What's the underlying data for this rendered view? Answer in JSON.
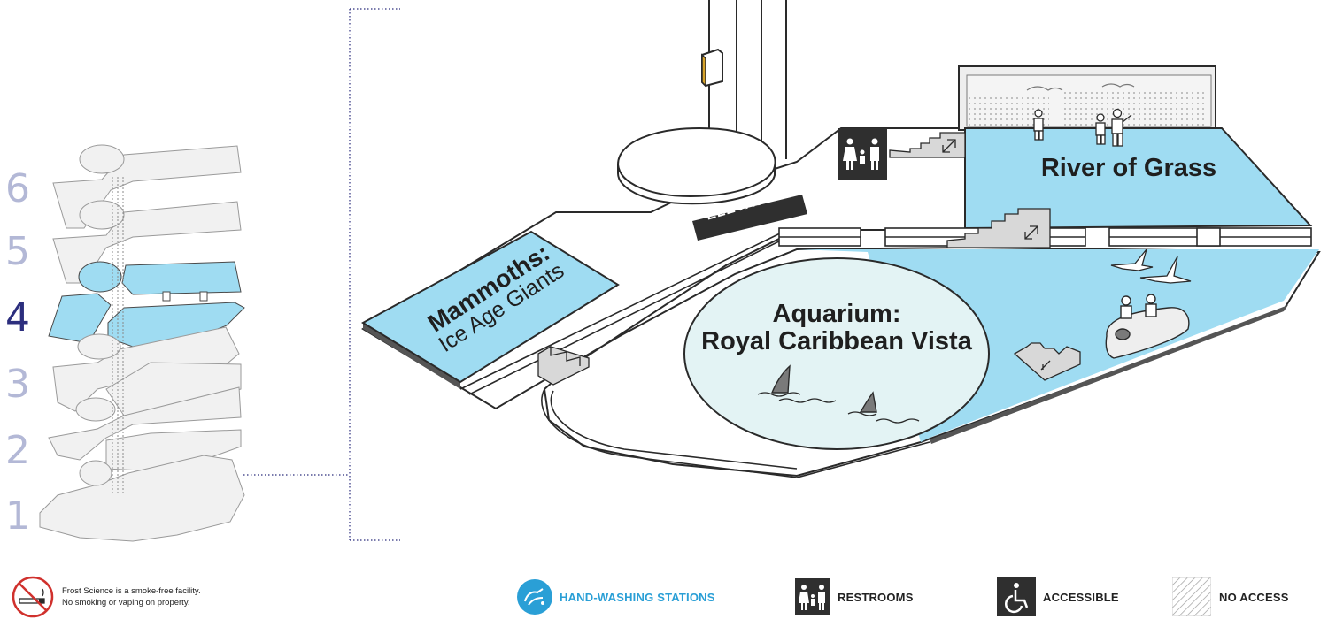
{
  "floors": [
    "6",
    "5",
    "4",
    "3",
    "2",
    "1"
  ],
  "active_floor": "4",
  "rooms": {
    "mammoths_title": "Mammoths:",
    "mammoths_subtitle": "Ice Age Giants",
    "aquarium_line1": "Aquarium:",
    "aquarium_line2": "Royal Caribbean Vista",
    "river": "River of Grass",
    "elevators": "ELEVATORS"
  },
  "legend": {
    "smoke_line1": "Frost Science is a smoke-free facility.",
    "smoke_line2": "No smoking or vaping on property.",
    "handwashing": "HAND-WASHING STATIONS",
    "restrooms": "RESTROOMS",
    "accessible": "ACCESSIBLE",
    "no_access": "NO ACCESS"
  },
  "icons": {
    "restroom": "restroom-icon",
    "stairs": "stairs-icon",
    "elevator": "elevator-icon",
    "shark_fin": "shark-fin-icon",
    "bird": "bird-icon",
    "people": "person-icon",
    "no_smoking": "no-smoking-icon",
    "handwashing": "hand-washing-icon",
    "accessible": "wheelchair-icon",
    "no_access": "hatched-area-icon"
  },
  "colors": {
    "exhibit_blue": "#9fdcf2",
    "aquarium_tank": "#e3f3f4",
    "active_floor": "#2c2e7e",
    "inactive_floor": "#b3b8d6",
    "handwashing_blue": "#2a9fd6",
    "no_smoking_red": "#d0312d",
    "icon_dark": "#2f2f2f"
  }
}
